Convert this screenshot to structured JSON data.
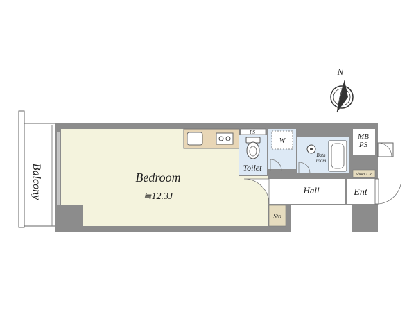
{
  "labels": {
    "bedroom": "Bedroom",
    "bedroom_area": "≒12.3J",
    "balcony": "Balcony",
    "toilet": "Toilet",
    "ps_small": "PS",
    "washer": "W",
    "bath_line1": "Bath",
    "bath_line2": "room",
    "mb_line1": "MB",
    "mb_line2": "PS",
    "shoes": "Shoes Clo",
    "hall": "Hall",
    "entrance": "Ent",
    "storage": "Sto",
    "north": "N"
  },
  "colors": {
    "wall": "#8c8c8c",
    "bedroom_floor": "#f4f3dd",
    "wet_floor": "#dde9f5",
    "storage_floor": "#e6dcbf",
    "kitchen_counter": "#e8d6b6",
    "line": "#555555"
  },
  "icons": [
    "compass-icon",
    "sink-icon",
    "stove-icon",
    "toilet-icon",
    "bathtub-icon",
    "basin-icon"
  ]
}
